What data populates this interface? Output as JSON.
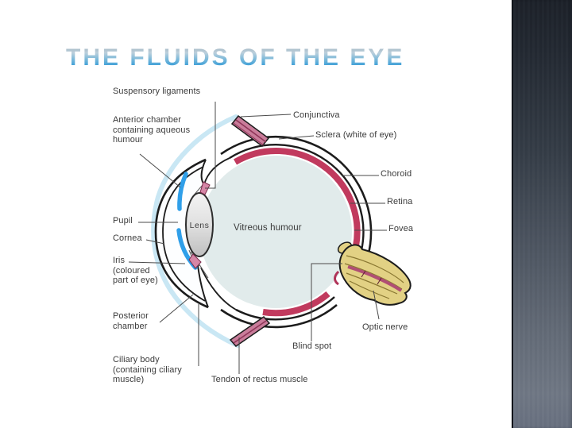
{
  "slide": {
    "title": "THE FLUIDS OF THE EYE",
    "background": "#ffffff",
    "title_color_top": "#9eb2bf",
    "title_color_bottom": "#3fa0d8"
  },
  "sidebar": {
    "gradient_top": "#1c2129",
    "gradient_middle": "#4d5561",
    "gradient_bottom": "#6f7784"
  },
  "diagram": {
    "labels": {
      "suspensory_ligaments": {
        "lines": [
          "Suspensory ligaments"
        ]
      },
      "anterior_chamber": {
        "lines": [
          "Anterior chamber",
          "containing aqueous",
          "humour"
        ]
      },
      "conjunctiva": {
        "lines": [
          "Conjunctiva"
        ]
      },
      "sclera": {
        "lines": [
          "Sclera (white of eye)"
        ]
      },
      "choroid": {
        "lines": [
          "Choroid"
        ]
      },
      "retina": {
        "lines": [
          "Retina"
        ]
      },
      "fovea": {
        "lines": [
          "Fovea"
        ]
      },
      "pupil": {
        "lines": [
          "Pupil"
        ]
      },
      "cornea": {
        "lines": [
          "Cornea"
        ]
      },
      "iris": {
        "lines": [
          "Iris",
          "(coloured",
          "part of eye)"
        ]
      },
      "posterior_chamber": {
        "lines": [
          "Posterior",
          "chamber"
        ]
      },
      "ciliary_body": {
        "lines": [
          "Ciliary body",
          "(containing ciliary",
          "muscle)"
        ]
      },
      "tendon_of_rectus_muscle": {
        "lines": [
          "Tendon of rectus muscle"
        ]
      },
      "blind_spot": {
        "lines": [
          "Blind spot"
        ]
      },
      "optic_nerve": {
        "lines": [
          "Optic nerve"
        ]
      },
      "lens": {
        "lines": [
          "Lens"
        ]
      },
      "vitreous_humour": {
        "lines": [
          "Vitreous humour"
        ]
      }
    },
    "colors": {
      "sclera_outline": "#1c1c1c",
      "choroid_red": "#c13a5e",
      "iris_blue": "#2f9fe9",
      "vitreous_fill": "#e1ebeb",
      "conjunctiva_blue": "#c9e7f4",
      "tendon_pink": "#c97c9a",
      "tendon_stripe": "#8e3558",
      "optic_nerve_yellow": "#e2d184",
      "optic_nerve_stripe": "#8a7832",
      "optic_nerve_pink": "#b04f74",
      "lens_fill": "#d9d9d9",
      "pointer_line": "#4a4a4a",
      "label_text": "#3b3b3b"
    }
  }
}
